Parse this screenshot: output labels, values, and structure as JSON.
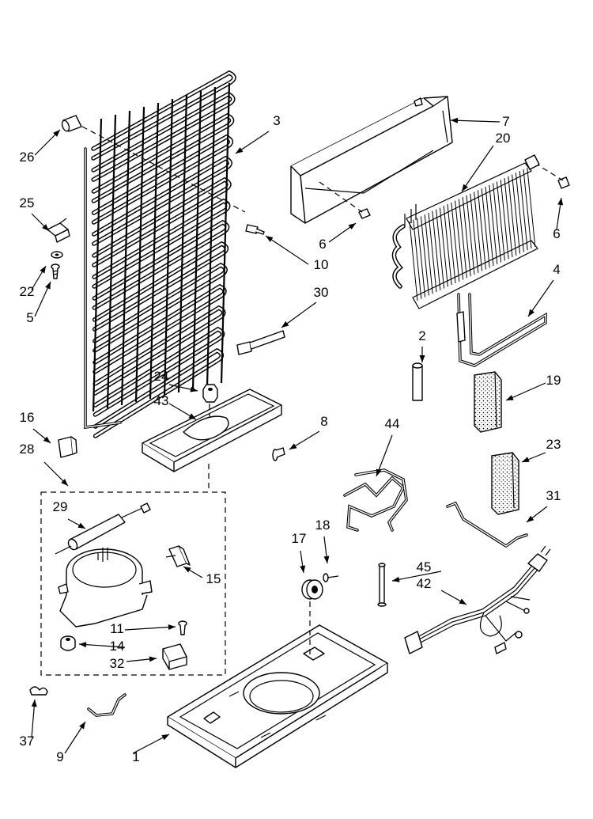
{
  "callouts": {
    "c1": "1",
    "c2": "2",
    "c3": "3",
    "c4": "4",
    "c5": "5",
    "c6a": "6",
    "c6b": "6",
    "c7": "7",
    "c8": "8",
    "c9": "9",
    "c10": "10",
    "c11": "11",
    "c14": "14",
    "c15": "15",
    "c16": "16",
    "c17": "17",
    "c18": "18",
    "c19": "19",
    "c20": "20",
    "c22": "22",
    "c23": "23",
    "c24": "24",
    "c25": "25",
    "c26": "26",
    "c28": "28",
    "c29": "29",
    "c30": "30",
    "c31": "31",
    "c32": "32",
    "c37": "37",
    "c42": "42",
    "c43": "43",
    "c44": "44",
    "c45": "45"
  }
}
